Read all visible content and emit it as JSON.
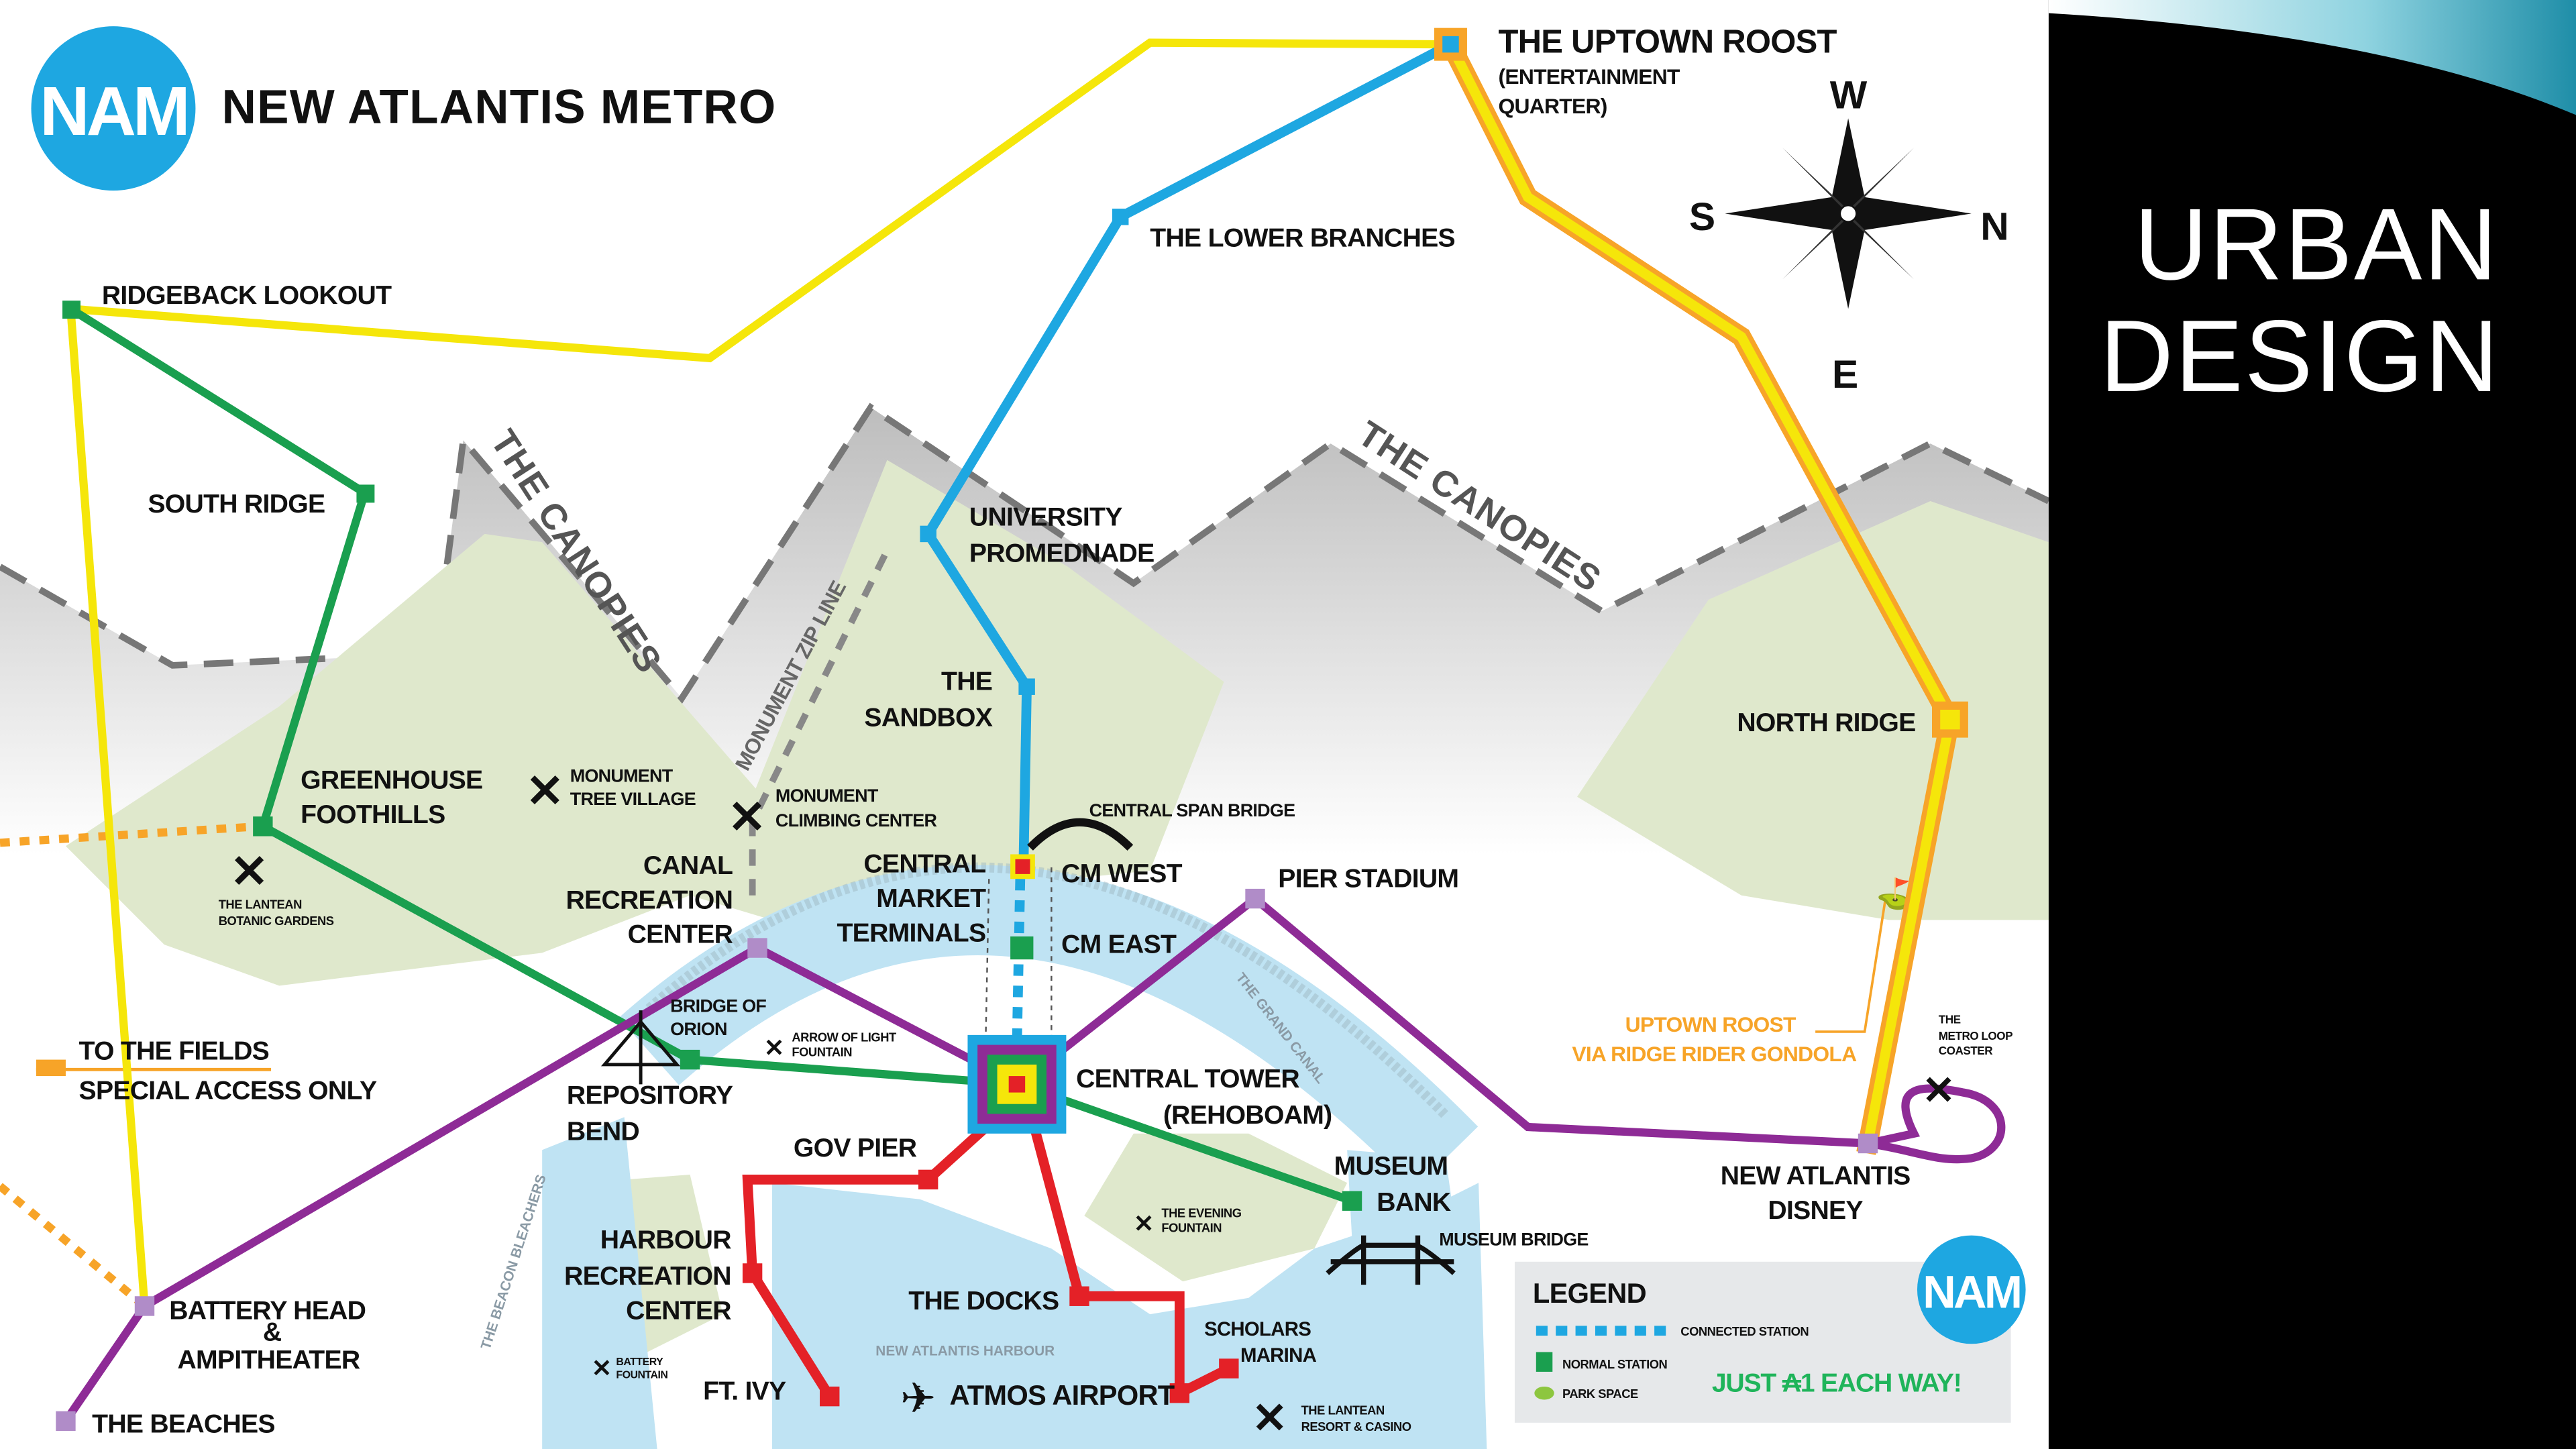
{
  "header": {
    "logo_text": "NAM",
    "title": "NEW ATLANTIS METRO"
  },
  "slide": {
    "title_line1": "URBAN",
    "title_line2": "DESIGN"
  },
  "compass": {
    "w": "W",
    "s": "S",
    "n": "N",
    "e": "E"
  },
  "regions": {
    "canopies_left": "THE CANOPIES",
    "canopies_right": "THE CANOPIES",
    "zip_line": "MONUMENT ZIP LINE",
    "grand_canal": "THE GRAND CANAL",
    "beacon_bleachers": "THE BEACON BLEACHERS",
    "harbour": "NEW ATLANTIS HARBOUR"
  },
  "stations": {
    "uptown_roost": {
      "name": "THE UPTOWN ROOST",
      "sub1": "(ENTERTAINMENT",
      "sub2": "QUARTER)"
    },
    "lower_branches": "THE LOWER BRANCHES",
    "ridgeback": "RIDGEBACK LOOKOUT",
    "south_ridge": "SOUTH RIDGE",
    "university": [
      "UNIVERSITY",
      "PROMEDNADE"
    ],
    "sandbox": [
      "THE",
      "SANDBOX"
    ],
    "greenhouse": [
      "GREENHOUSE",
      "FOOTHILLS"
    ],
    "canal_rec": [
      "CANAL",
      "RECREATION",
      "CENTER"
    ],
    "central_market": [
      "CENTRAL",
      "MARKET",
      "TERMINALS"
    ],
    "cm_west": "CM WEST",
    "cm_east": "CM EAST",
    "pier_stadium": "PIER STADIUM",
    "north_ridge": "NORTH RIDGE",
    "repository": [
      "REPOSITORY",
      "BEND"
    ],
    "central_tower": [
      "CENTRAL TOWER",
      "(REHOBOAM)"
    ],
    "gov_pier": "GOV PIER",
    "museum_bank": [
      "MUSEUM",
      "BANK"
    ],
    "harbour_rec": [
      "HARBOUR",
      "RECREATION",
      "CENTER"
    ],
    "battery_head": [
      "BATTERY HEAD",
      "&",
      "AMPITHEATER"
    ],
    "beaches": "THE BEACHES",
    "ft_ivy": "FT. IVY",
    "docks": "THE DOCKS",
    "atmos": "ATMOS AIRPORT",
    "scholars": [
      "SCHOLARS",
      "MARINA"
    ],
    "disney": [
      "NEW ATLANTIS",
      "DISNEY"
    ],
    "fields": [
      "TO THE FIELDS",
      "SPECIAL ACCESS ONLY"
    ]
  },
  "landmarks": {
    "tree_village": [
      "MONUMENT",
      "TREE VILLAGE"
    ],
    "climbing": [
      "MONUMENT",
      "CLIMBING CENTER"
    ],
    "botanic": [
      "THE LANTEAN",
      "BOTANIC GARDENS"
    ],
    "central_span": "CENTRAL SPAN BRIDGE",
    "orion": [
      "BRIDGE OF",
      "ORION"
    ],
    "arrow": [
      "ARROW OF LIGHT",
      "FOUNTAIN"
    ],
    "evening": [
      "THE EVENING",
      "FOUNTAIN"
    ],
    "museum_bridge": "MUSEUM BRIDGE",
    "battery_fountain": [
      "BATTERY",
      "FOUNTAIN"
    ],
    "resort": [
      "THE LANTEAN",
      "RESORT & CASINO"
    ],
    "gondola": [
      "UPTOWN ROOST",
      "VIA RIDGE RIDER GONDOLA"
    ],
    "coaster": [
      "THE",
      "METRO LOOP",
      "COASTER"
    ]
  },
  "legend": {
    "title": "LEGEND",
    "connected": "CONNECTED STATION",
    "normal": "NORMAL STATION",
    "park": "PARK SPACE",
    "fare": "JUST ₳1 EACH WAY!",
    "logo_text": "NAM"
  },
  "colors": {
    "blue": "#1ea7e1",
    "yellow": "#f5e60a",
    "green": "#1a9f4f",
    "purple": "#8e2b96",
    "red": "#e42127",
    "orange": "#f7a428",
    "park": "#dfe8cc",
    "water": "#bfe3f3"
  }
}
